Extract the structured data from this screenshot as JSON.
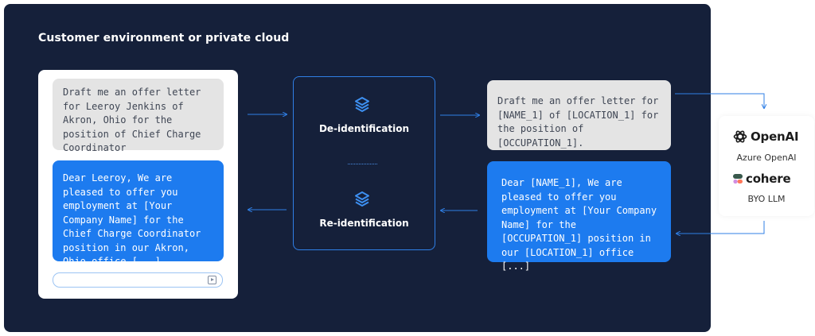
{
  "environment": {
    "title": "Customer environment or private cloud"
  },
  "chat": {
    "user_prompt": "Draft me an offer letter for Leeroy Jenkins of Akron, Ohio for the position of Chief Charge Coordinator",
    "assistant_reply": "Dear Leeroy, We are pleased to offer you employment at [Your Company Name] for the Chief Charge Coordinator position in our Akron, Ohio office [...]",
    "input_value": ""
  },
  "process": {
    "deidentify_label": "De-identification",
    "reidentify_label": "Re-identification",
    "icon": "layers-icon"
  },
  "redacted": {
    "prompt": "Draft me an offer letter for [NAME_1] of [LOCATION_1] for the position of [OCCUPATION_1].",
    "reply": "Dear [NAME_1], We are pleased to offer you employment at [Your Company Name] for the [OCCUPATION_1] position in our [LOCATION_1] office [...]"
  },
  "llm_providers": {
    "openai": "OpenAI",
    "azure": "Azure OpenAI",
    "cohere": "cohere",
    "byo": "BYO LLM"
  },
  "colors": {
    "background": "#15203a",
    "accent_blue": "#1d7bef",
    "bubble_gray": "#e4e4e4",
    "arrow_blue": "#2f7fe6"
  }
}
